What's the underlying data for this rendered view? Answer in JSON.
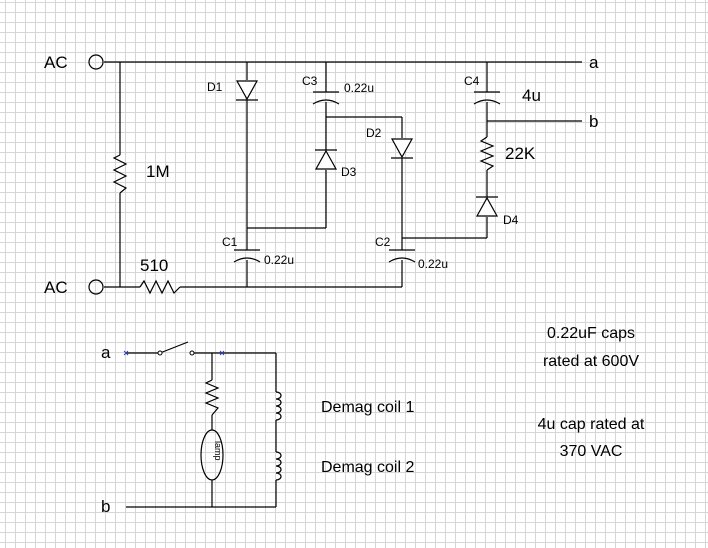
{
  "terminals": {
    "ac_top": "AC",
    "ac_bottom": "AC",
    "out_a": "a",
    "out_b": "b",
    "in_a": "a",
    "in_b": "b"
  },
  "components": {
    "r_1m": "1M",
    "r_510": "510",
    "r_22k": "22K",
    "d1": "D1",
    "d2": "D2",
    "d3": "D3",
    "d4": "D4",
    "c1": "C1",
    "c1_value": "0.22u",
    "c2": "C2",
    "c2_value": "0.22u",
    "c3": "C3",
    "c3_value": "0.22u",
    "c4": "C4",
    "c4_value": "4u",
    "lamp": "lamp"
  },
  "coils": {
    "coil1": "Demag coil 1",
    "coil2": "Demag coil 2"
  },
  "notes": {
    "caps_line1": "0.22uF caps",
    "caps_line2": "rated at 600V",
    "cap4_line1": "4u cap rated at",
    "cap4_line2": "370 VAC"
  }
}
